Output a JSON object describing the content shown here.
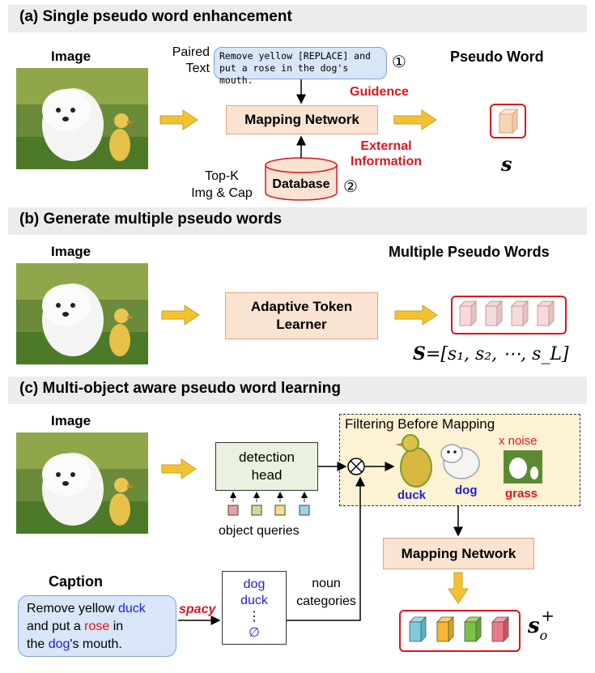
{
  "section_a": {
    "title": "(a)  Single pseudo word enhancement",
    "image_label": "Image",
    "paired_text_label_line1": "Paired",
    "paired_text_label_line2": "Text",
    "paired_text_line1": "Remove yellow [REPLACE] and",
    "paired_text_line2": "put a rose in the dog's mouth.",
    "circle_1": "①",
    "circle_2": "②",
    "guidence": "Guidence",
    "mapping_network": "Mapping Network",
    "external_line1": "External",
    "external_line2": "Information",
    "topk_line1": "Top-K",
    "topk_line2": "Img & Cap",
    "database": "Database",
    "pseudo_word_label": "Pseudo Word",
    "pseudo_word_symbol": "s"
  },
  "section_b": {
    "title": "(b)  Generate multiple pseudo words",
    "image_label": "Image",
    "learner_line1": "Adaptive Token",
    "learner_line2": "Learner",
    "multi_label": "Multiple Pseudo Words",
    "formula_lhs": "S",
    "formula_rhs": "=[s₁, s₂, ⋯, s_L]"
  },
  "section_c": {
    "title": "(c)  Multi-object aware pseudo word learning",
    "image_label": "Image",
    "detection_line1": "detection",
    "detection_line2": "head",
    "object_queries": "object queries",
    "filter_title": "Filtering Before Mapping",
    "noise_label": "x noise",
    "duck": "duck",
    "dog": "dog",
    "grass": "grass",
    "mapping_network": "Mapping Network",
    "caption_label": "Caption",
    "caption_w1": "Remove yellow ",
    "caption_w2": "duck",
    "caption_w3": "and put a ",
    "caption_w4": "rose",
    "caption_w5": " in",
    "caption_w6": "the ",
    "caption_w7": "dog",
    "caption_w8": "'s mouth.",
    "spacy": "spacy",
    "list_dog": "dog",
    "list_duck": "duck",
    "list_vdots": "⋮",
    "list_empty": "∅",
    "noun_line1": "noun",
    "noun_line2": "categories",
    "output_symbol": "s",
    "output_sub": "o",
    "output_sup": "+"
  },
  "colors": {
    "accent_red": "#e0141e",
    "orange_fill": "#fbe3d2",
    "arrow_gold": "#f2c230",
    "blue_text": "#1f1fd6"
  }
}
